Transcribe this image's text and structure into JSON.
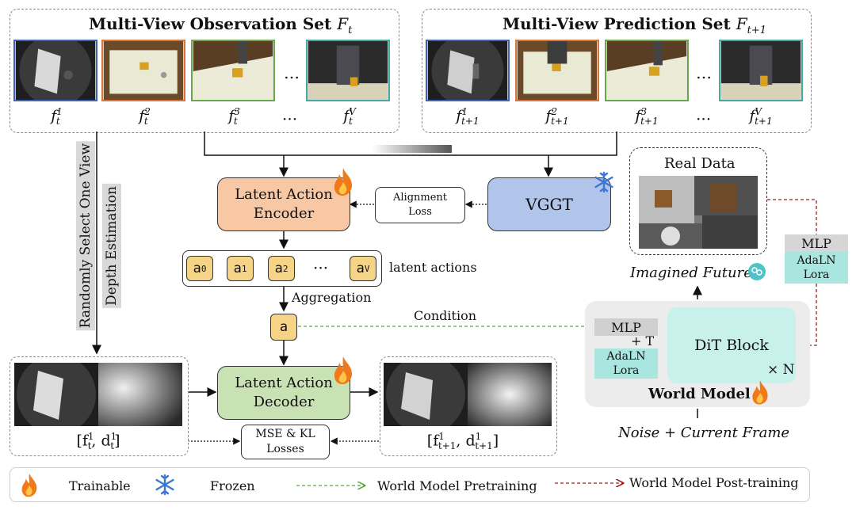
{
  "observation": {
    "title": "Multi-View Observation Set",
    "symbol_base": "F",
    "symbol_sub": "t",
    "frames": [
      {
        "base": "f",
        "sup": "1",
        "sub": "t"
      },
      {
        "base": "f",
        "sup": "2",
        "sub": "t"
      },
      {
        "base": "f",
        "sup": "3",
        "sub": "t"
      },
      {
        "base": "f",
        "sup": "V",
        "sub": "t"
      }
    ],
    "frame_dots": "…",
    "label_dots": "···"
  },
  "prediction": {
    "title": "Multi-View Prediction Set",
    "symbol_base": "F",
    "symbol_sub": "t+1",
    "frames": [
      {
        "base": "f",
        "sup": "1",
        "sub": "t+1"
      },
      {
        "base": "f",
        "sup": "2",
        "sub": "t+1"
      },
      {
        "base": "f",
        "sup": "3",
        "sub": "t+1"
      },
      {
        "base": "f",
        "sup": "V",
        "sub": "t+1"
      }
    ],
    "frame_dots": "…",
    "label_dots": "···"
  },
  "side_labels": {
    "randomly_select": "Randomly Select One View",
    "depth_estimation": "Depth Estimation"
  },
  "encoder": {
    "line1": "Latent Action",
    "line2": "Encoder"
  },
  "alignment_loss": {
    "line1": "Alignment",
    "line2": "Loss"
  },
  "vggt": {
    "label": "VGGT"
  },
  "latent_actions": {
    "tokens": [
      {
        "base": "a",
        "sub": "0"
      },
      {
        "base": "a",
        "sub": "1"
      },
      {
        "base": "a",
        "sub": "2"
      },
      {
        "base": "a",
        "sub": "V"
      }
    ],
    "dots": "···",
    "label": "latent actions"
  },
  "aggregation": {
    "label": "Aggregation"
  },
  "aggregated_token": {
    "label": "a"
  },
  "condition": {
    "label": "Condition"
  },
  "decoder": {
    "line1": "Latent Action",
    "line2": "Decoder"
  },
  "mse_loss": {
    "line1": "MSE & KL",
    "line2": "Losses"
  },
  "input_pair": {
    "label": "[f",
    "sup1": "1",
    "sub1": "t",
    "mid": ", d",
    "sup2": "1",
    "sub2": "t",
    "end": "]"
  },
  "output_pair": {
    "label": "[f",
    "sup1": "1",
    "sub1": "t+1",
    "mid": ", d",
    "sup2": "1",
    "sub2": "t+1",
    "end": "]"
  },
  "real_data": {
    "title": "Real Data"
  },
  "imagined_future": {
    "label": "Imagined Future"
  },
  "mlp_right": {
    "mlp": "MLP",
    "adaln1": "AdaLN",
    "adaln2": "Lora"
  },
  "world_model": {
    "title": "World Model",
    "mlp": "MLP",
    "plus_t": "+ T",
    "adaln1": "AdaLN",
    "adaln2": "Lora",
    "dit": "DiT Block",
    "times_n": "× N"
  },
  "noise_label": {
    "label": "Noise + Current Frame"
  },
  "legend": {
    "trainable": "Trainable",
    "frozen": "Frozen",
    "pretraining": "World Model Pretraining",
    "posttraining": "World Model Post-training"
  },
  "colors": {
    "encoder": "#f8c7a4",
    "decoder": "#c9e2b3",
    "vggt": "#b1c5ea",
    "dit": "#c9f1ec",
    "adaln": "#a9e6e0",
    "token": "#f6d487",
    "green_dash": "#5aa83a",
    "red_dash": "#a31c1c",
    "frame_blue": "#3e63b3",
    "frame_orange": "#d9743a",
    "frame_green": "#6aa84f",
    "frame_teal": "#45a9a0"
  }
}
